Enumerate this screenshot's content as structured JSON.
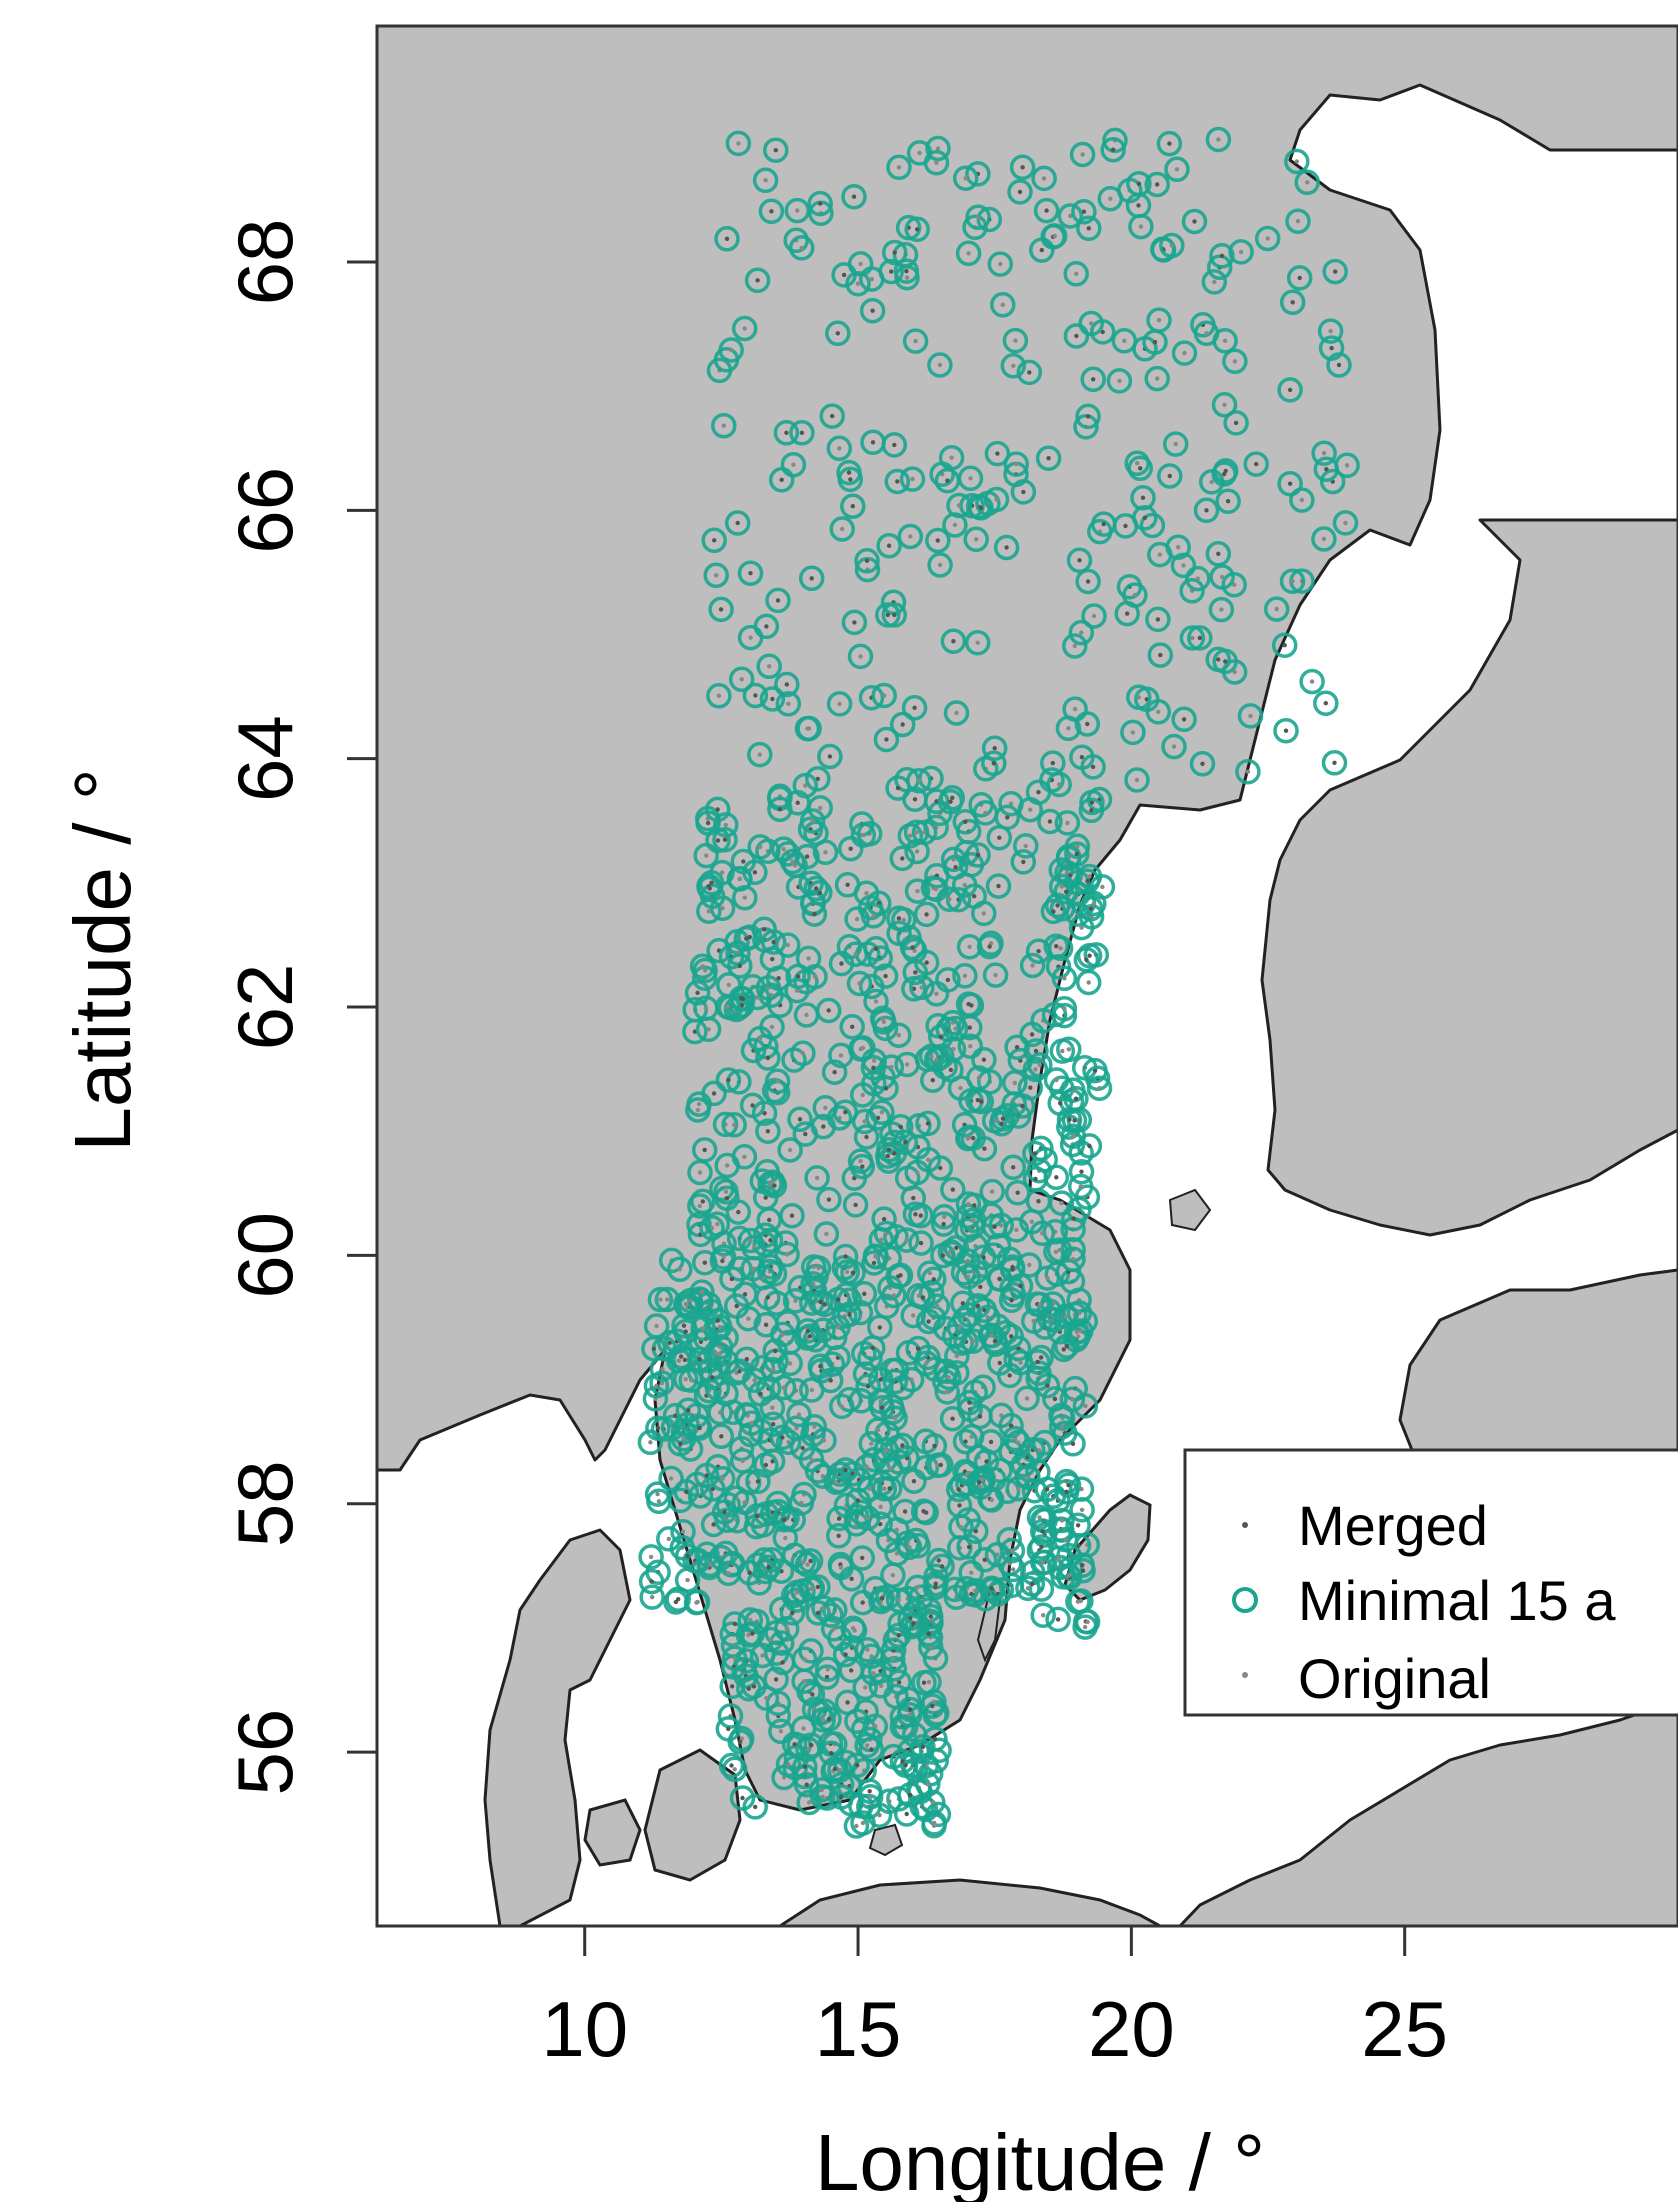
{
  "chart_data": {
    "type": "scatter",
    "xlabel": "Longitude / °",
    "ylabel": "Latitude / °",
    "xlim": [
      6.2,
      30.0
    ],
    "ylim": [
      54.6,
      69.9
    ],
    "x_ticks": [
      10,
      15,
      20,
      25
    ],
    "y_ticks": [
      56,
      58,
      60,
      62,
      64,
      66,
      68
    ],
    "grid": false,
    "legend_position": "bottom-right",
    "land_color": "#bebebe",
    "water_color": "#ffffff",
    "border_color": "#000000",
    "series": [
      {
        "name": "Merged",
        "marker": "dot",
        "color": "#555555"
      },
      {
        "name": "Minimal 15 a",
        "marker": "open-circle",
        "color": "#1aa58f"
      },
      {
        "name": "Original",
        "marker": "dot",
        "color": "#888888"
      }
    ],
    "station_regions": [
      {
        "lon": [
          12.3,
          24.0
        ],
        "lat": [
          63.8,
          69.0
        ],
        "count": 260
      },
      {
        "lon": [
          12.0,
          19.5
        ],
        "lat": [
          60.0,
          63.8
        ],
        "count": 420
      },
      {
        "lon": [
          11.2,
          19.2
        ],
        "lat": [
          57.2,
          60.0
        ],
        "count": 520
      },
      {
        "lon": [
          12.6,
          16.5
        ],
        "lat": [
          55.4,
          57.2
        ],
        "count": 170
      },
      {
        "lon": [
          18.1,
          19.2
        ],
        "lat": [
          56.9,
          57.9
        ],
        "count": 18
      }
    ]
  }
}
